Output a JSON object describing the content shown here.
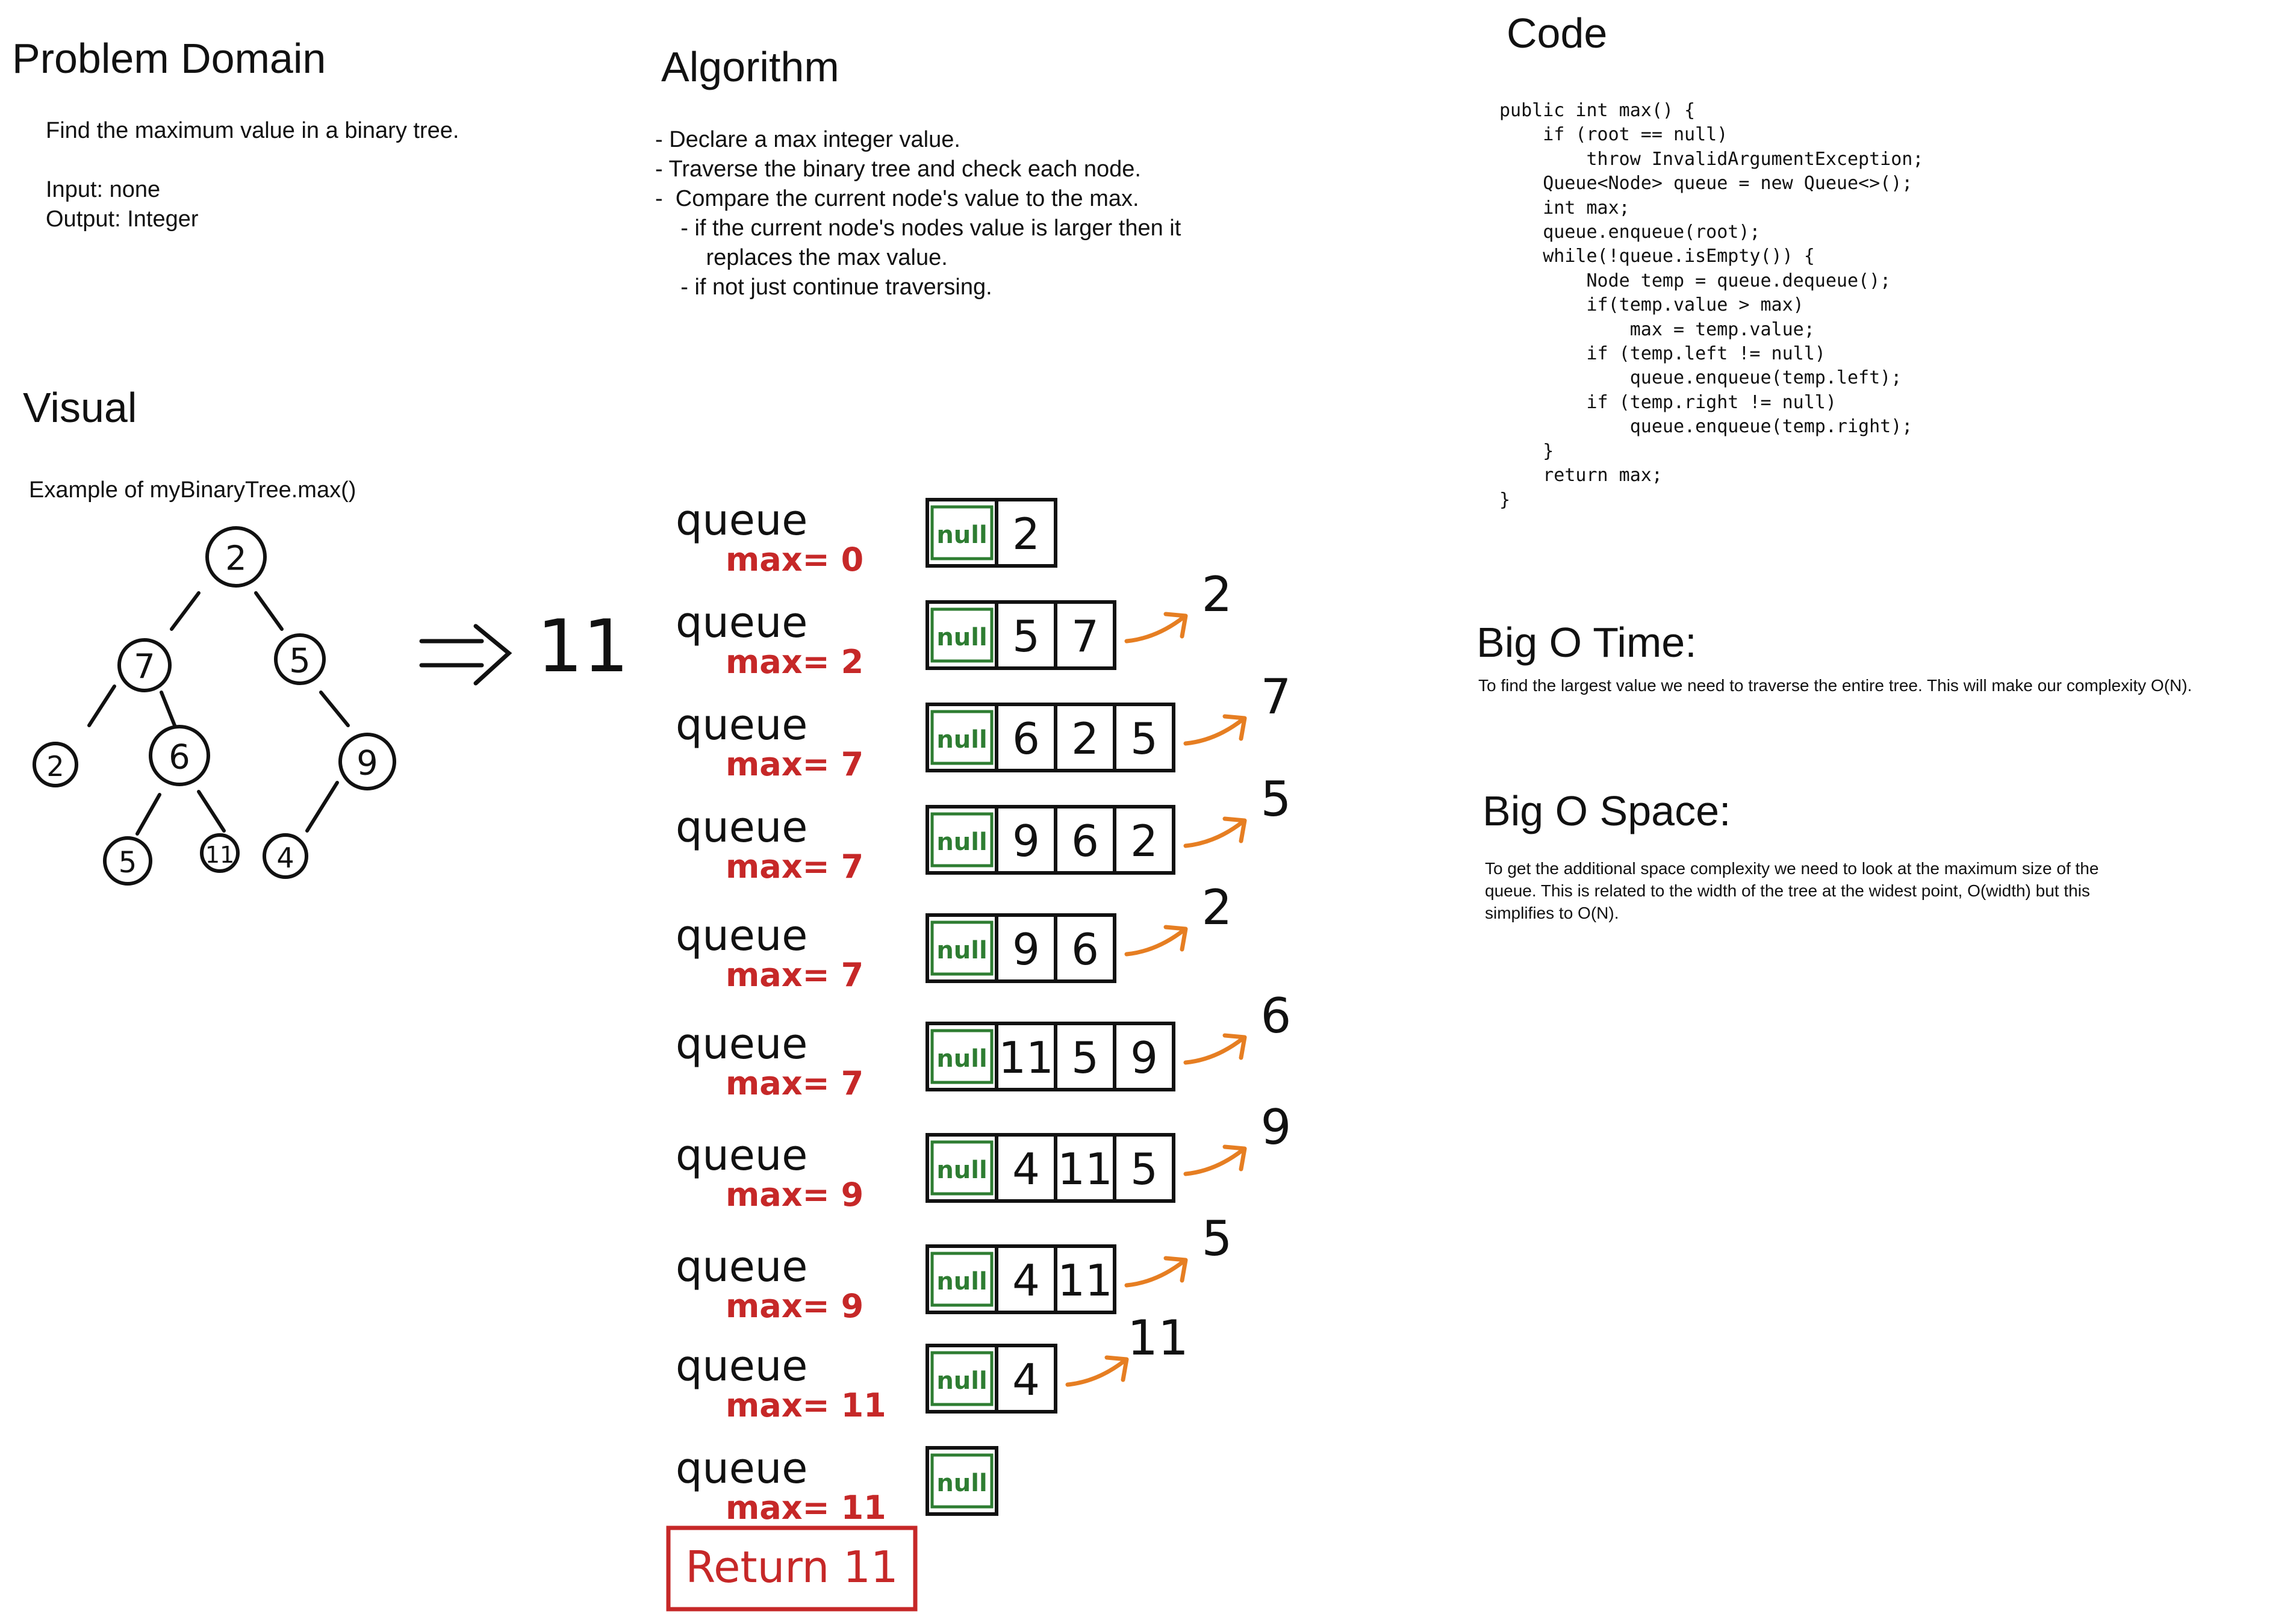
{
  "problem_domain": {
    "title": "Problem Domain",
    "description": "Find the maximum value in a binary tree.",
    "input": "Input: none",
    "output": "Output: Integer"
  },
  "algorithm": {
    "title": "Algorithm",
    "steps": "- Declare a max integer value.\n- Traverse the binary tree and check each node.\n-  Compare the current node's value to the max.\n    - if the current node's nodes value is larger then it\n        replaces the max value.\n    - if not just continue traversing."
  },
  "code": {
    "title": "Code",
    "source": "public int max() {\n    if (root == null)\n        throw InvalidArgumentException;\n    Queue<Node> queue = new Queue<>();\n    int max;\n    queue.enqueue(root);\n    while(!queue.isEmpty()) {\n        Node temp = queue.dequeue();\n        if(temp.value > max)\n            max = temp.value;\n        if (temp.left != null)\n            queue.enqueue(temp.left);\n        if (temp.right != null)\n            queue.enqueue(temp.right);\n    }\n    return max;\n}"
  },
  "visual": {
    "title": "Visual",
    "caption": "Example of myBinaryTree.max()",
    "tree_nodes": [
      "2",
      "7",
      "5",
      "2",
      "6",
      "9",
      "5",
      "11",
      "4"
    ],
    "result": "11"
  },
  "big_o_time": {
    "title": "Big O Time:",
    "text": "To find the largest value we need to traverse the entire tree. This will make our complexity O(N)."
  },
  "big_o_space": {
    "title": "Big O Space:",
    "text": "To get the additional space complexity we need to look at the maximum size of the\nqueue. This is related to the width of the tree at the widest point, O(width) but this\nsimplifies to O(N)."
  },
  "trace": {
    "queue_label": "queue",
    "null_label": "null",
    "return_label": "Return 11",
    "colors": {
      "max": "#c62828",
      "null": "#2e7d32",
      "arrow": "#e67e22",
      "ink": "#111111"
    },
    "steps": [
      {
        "max_label": "max= 0",
        "cells": [
          "2"
        ],
        "dequeued": ""
      },
      {
        "max_label": "max= 2",
        "cells": [
          "5",
          "7"
        ],
        "dequeued": "2"
      },
      {
        "max_label": "max= 7",
        "cells": [
          "6",
          "2",
          "5"
        ],
        "dequeued": "7"
      },
      {
        "max_label": "max= 7",
        "cells": [
          "9",
          "6",
          "2"
        ],
        "dequeued": "5"
      },
      {
        "max_label": "max= 7",
        "cells": [
          "9",
          "6"
        ],
        "dequeued": "2"
      },
      {
        "max_label": "max= 7",
        "cells": [
          "11",
          "5",
          "9"
        ],
        "dequeued": "6"
      },
      {
        "max_label": "max= 9",
        "cells": [
          "4",
          "11",
          "5"
        ],
        "dequeued": "9"
      },
      {
        "max_label": "max= 9",
        "cells": [
          "4",
          "11"
        ],
        "dequeued": "5"
      },
      {
        "max_label": "max= 11",
        "cells": [
          "4"
        ],
        "dequeued": "11"
      },
      {
        "max_label": "max= 11",
        "cells": [],
        "dequeued": ""
      }
    ]
  }
}
